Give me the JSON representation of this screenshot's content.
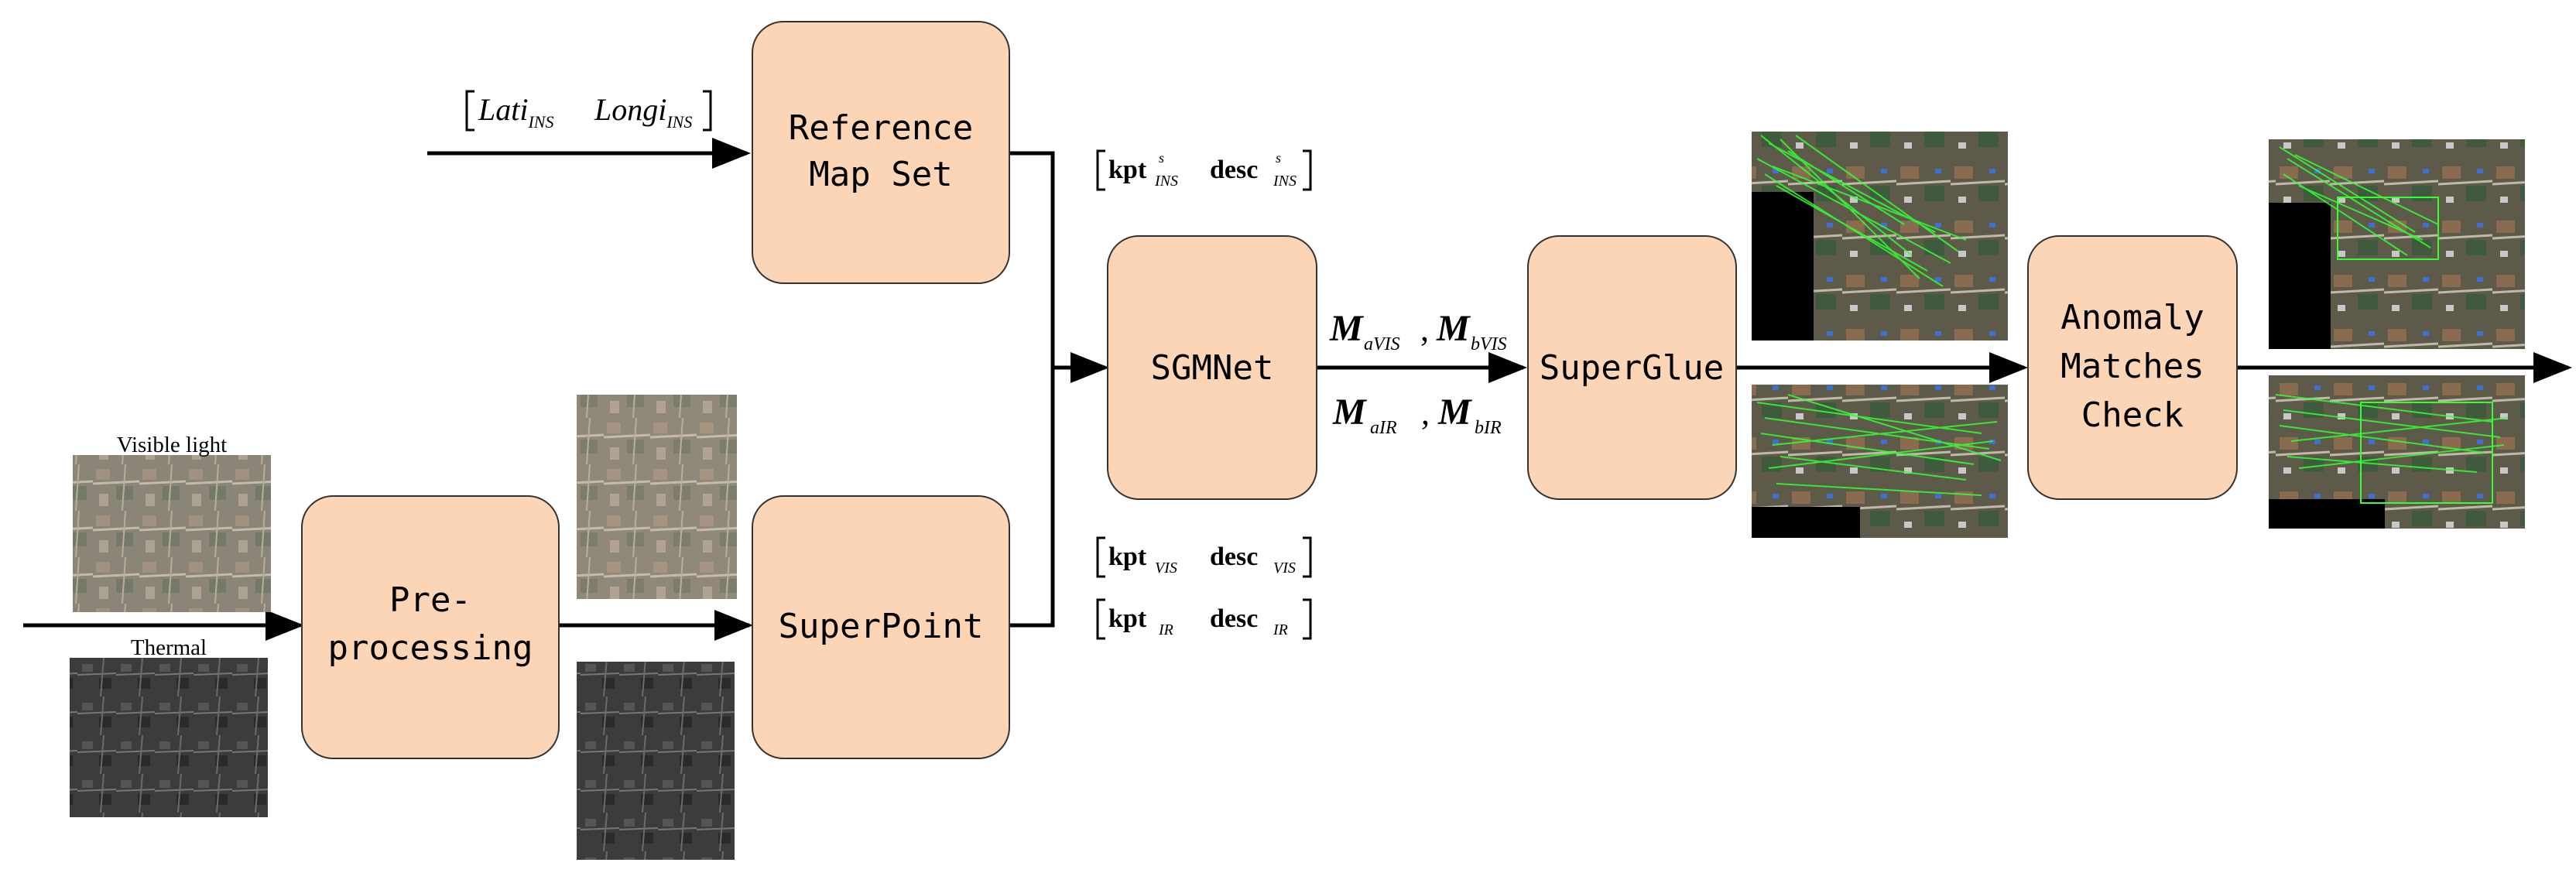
{
  "diagram": {
    "boxes": {
      "reference_map": [
        "Reference",
        "Map Set"
      ],
      "preprocessing": [
        "Pre-",
        "processing"
      ],
      "superpoint": [
        "SuperPoint"
      ],
      "sgmnet": [
        "SGMNet"
      ],
      "superglue": [
        "SuperGlue"
      ],
      "anomaly": [
        "Anomaly",
        "Matches",
        "Check"
      ]
    },
    "image_captions": {
      "visible": "Visible light",
      "thermal": "Thermal"
    },
    "edge_labels": {
      "ins_coords": {
        "lati": "Lati",
        "lati_sub": "INS",
        "longi": "Longi",
        "longi_sub": "INS"
      },
      "ref_features": {
        "kpt": "kpt",
        "kpt_sup": "s",
        "kpt_sub": "INS",
        "desc": "desc",
        "desc_sup": "s",
        "desc_sub": "INS"
      },
      "vis_features": {
        "kpt": "kpt",
        "kpt_sub": "VIS",
        "desc": "desc",
        "desc_sub": "VIS"
      },
      "ir_features": {
        "kpt": "kpt",
        "kpt_sub": "IR",
        "desc": "desc",
        "desc_sub": "IR"
      },
      "vis_matches": {
        "m1": "M",
        "m1_sub": "aVIS",
        "sep": ",",
        "m2": "M",
        "m2_sub": "bVIS"
      },
      "ir_matches": {
        "m1": "M",
        "m1_sub": "aIR",
        "sep": ",",
        "m2": "M",
        "m2_sub": "bIR"
      }
    },
    "colors": {
      "box_fill": "#FBD5B5",
      "box_stroke": "#333333",
      "arrow": "#000000",
      "match_lines": "#33FF33",
      "satellite_fill": "#5a5a52",
      "thermal_fill": "#3c3c3c"
    },
    "images": [
      "visible-input-image",
      "thermal-input-image",
      "preprocessed-visible-image",
      "preprocessed-thermal-image",
      "superglue-vis-match-image",
      "superglue-ir-match-image",
      "anomaly-vis-match-image",
      "anomaly-ir-match-image"
    ]
  }
}
